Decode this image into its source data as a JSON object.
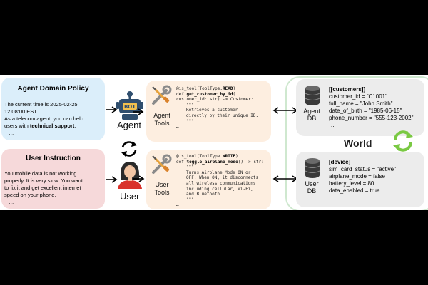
{
  "policy": {
    "title": "Agent Domain Policy",
    "line1": "The current time is 2025-02-25",
    "line2": "12:08:00 EST.",
    "line3": "As a telecom agent, you can help",
    "line4_prefix": "users with ",
    "line4_bold": "technical support",
    "line4_suffix": ".",
    "ellipsis": "…"
  },
  "instruction": {
    "title": "User Instruction",
    "line1": "You mobile data is not working",
    "line2": "properly. It is very slow. You want",
    "line3": "to fix it and get excellent internet",
    "line4": "speed on your phone.",
    "ellipsis": "…"
  },
  "actors": {
    "agent_label": "Agent",
    "user_label": "User",
    "bot_text": "BOT"
  },
  "agent_tools": {
    "label_line1": "Agent",
    "label_line2": "Tools",
    "code_decorator_prefix": "@is_tool(ToolType.",
    "code_decorator_type": "READ",
    "code_decorator_suffix": ")",
    "code_def": "def ",
    "code_fn": "get_customer_by_id",
    "code_sig_end": "(",
    "code_args": "customer_id: str) -> Customer:",
    "code_doc_open": "\"\"\"",
    "code_doc1": "Retrieves a customer",
    "code_doc2": "directly by their unique ID.",
    "code_doc_close": "\"\"\"",
    "code_ellipsis": "…"
  },
  "user_tools": {
    "label_line1": "User",
    "label_line2": "Tools",
    "code_decorator_prefix": "@is_tool(ToolType.",
    "code_decorator_type": "WRITE",
    "code_decorator_suffix": ")",
    "code_def": "def ",
    "code_fn": "toggle_airplane_mode",
    "code_sig_end": "() -> str:",
    "code_doc_open": "\"\"\"",
    "code_doc1": "Turns Airplane Mode ON or",
    "code_doc2": "OFF. When ON, it disconnects",
    "code_doc3": "all wireless communications",
    "code_doc4": "including cellular, Wi-Fi,",
    "code_doc5": "and Bluetooth.",
    "code_doc_close": "\"\"\"",
    "code_ellipsis": "…"
  },
  "world": {
    "label": "World",
    "agent_db": {
      "label_line1": "Agent",
      "label_line2": "DB",
      "header": "[[customers]]",
      "row1": "customer_id = \"C1001\"",
      "row2": "full_name = \"John Smith\"",
      "row3": "date_of_birth = \"1985-06-15\"",
      "row4": "phone_number = \"555-123-2002\"",
      "ellipsis": "…"
    },
    "user_db": {
      "label_line1": "User",
      "label_line2": "DB",
      "header": "[device]",
      "row1": "sim_card_status = \"active\"",
      "row2": "airplane_mode = false",
      "row3": "battery_level = 80",
      "row4": "data_enabled = true",
      "ellipsis": "…"
    }
  },
  "colors": {
    "policy_bg": "#dbeefa",
    "instruction_bg": "#f6d9da",
    "tools_bg": "#fdeee0",
    "db_bg": "#ececec",
    "world_border": "#cfe8cf",
    "refresh_green": "#7ac943",
    "robot_blue": "#2f4e6e"
  },
  "icons": {
    "agent": "robot-icon",
    "user": "user-avatar-icon",
    "tools": "wrench-screwdriver-icon",
    "database": "database-icon",
    "cycle_black": "cycle-arrows-icon",
    "cycle_green": "refresh-green-icon"
  }
}
